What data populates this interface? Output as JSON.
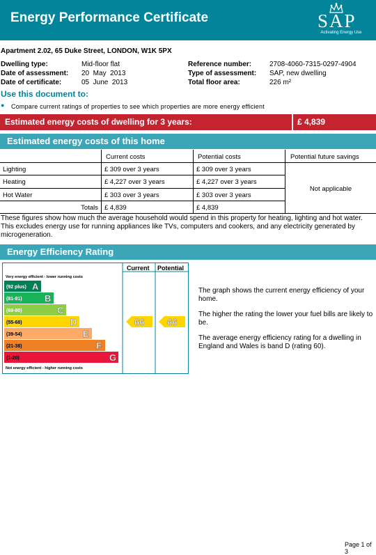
{
  "header": {
    "title": "Energy Performance Certificate",
    "logo_text": "SAP",
    "logo_subtext": "Activating Energy Use"
  },
  "address": "Apartment 2.02, 65 Duke Street, LONDON, W1K 5PX",
  "details": {
    "dwelling_type_label": "Dwelling type:",
    "dwelling_type": "Mid-floor flat",
    "assessment_date_label": "Date of assessment:",
    "assessment_date": "20  May  2013",
    "certificate_date_label": "Date of certificate:",
    "certificate_date": "05  June  2013",
    "reference_label": "Reference number:",
    "reference": "2708-4060-7315-0297-4904",
    "assessment_type_label": "Type of assessment:",
    "assessment_type": "SAP, new dwelling",
    "floor_area_label": "Total floor area:",
    "floor_area": "226 m²"
  },
  "use_document": {
    "title": "Use this document to:",
    "bullet": "Compare current ratings of properties to see which properties are more energy efficient"
  },
  "cost_bar": {
    "label": "Estimated energy costs of dwelling for 3 years:",
    "value": "£ 4,839"
  },
  "costs_section": {
    "title": "Estimated energy costs of this home",
    "headers": [
      "Current costs",
      "Potential costs",
      "Potential future savings"
    ],
    "rows": [
      {
        "label": "Lighting",
        "current": "£ 309 over 3 years",
        "potential": "£ 309 over 3 years"
      },
      {
        "label": "Heating",
        "current": "£ 4,227 over 3 years",
        "potential": "£ 4,227 over 3 years"
      },
      {
        "label": "Hot Water",
        "current": "£ 303 over 3 years",
        "potential": "£ 303 over 3 years"
      }
    ],
    "totals_label": "Totals",
    "totals_current": "£ 4,839",
    "totals_potential": "£ 4,839",
    "savings": "Not applicable"
  },
  "paragraph": "These figures show how much the average household would spend in this property for heating, lighting and hot water. This excludes energy use for running appliances like TVs, computers and cookers, and any electricity generated by microgeneration.",
  "rating_section": {
    "title": "Energy Efficiency Rating",
    "col_current": "Current",
    "col_potential": "Potential",
    "top_note": "Very energy efficient - lower running costs",
    "bottom_note": "Not energy efficient - higher running costs",
    "bands": [
      {
        "range": "(92 plus)",
        "letter": "A",
        "color": "#008054"
      },
      {
        "range": "(81-91)",
        "letter": "B",
        "color": "#19b459"
      },
      {
        "range": "(69-80)",
        "letter": "C",
        "color": "#8dce46"
      },
      {
        "range": "(55-68)",
        "letter": "D",
        "color": "#ffd500"
      },
      {
        "range": "(39-54)",
        "letter": "E",
        "color": "#fcaa65"
      },
      {
        "range": "(21-38)",
        "letter": "F",
        "color": "#ef8023"
      },
      {
        "range": "(1-20)",
        "letter": "G",
        "color": "#e9153b"
      }
    ],
    "current_rating": "66",
    "potential_rating": "66",
    "description": [
      "The graph shows the current energy efficiency of your home.",
      "The higher the rating the lower your fuel bills are likely to be.",
      "The average energy efficiency rating for a dwelling in England and Wales is band D (rating 60)."
    ]
  },
  "footer": "Page 1 of 3",
  "colors": {
    "teal": "#02849b",
    "section_teal": "#3ba6b8",
    "red": "#c4242f",
    "rating_arrow": "#ffd500"
  }
}
